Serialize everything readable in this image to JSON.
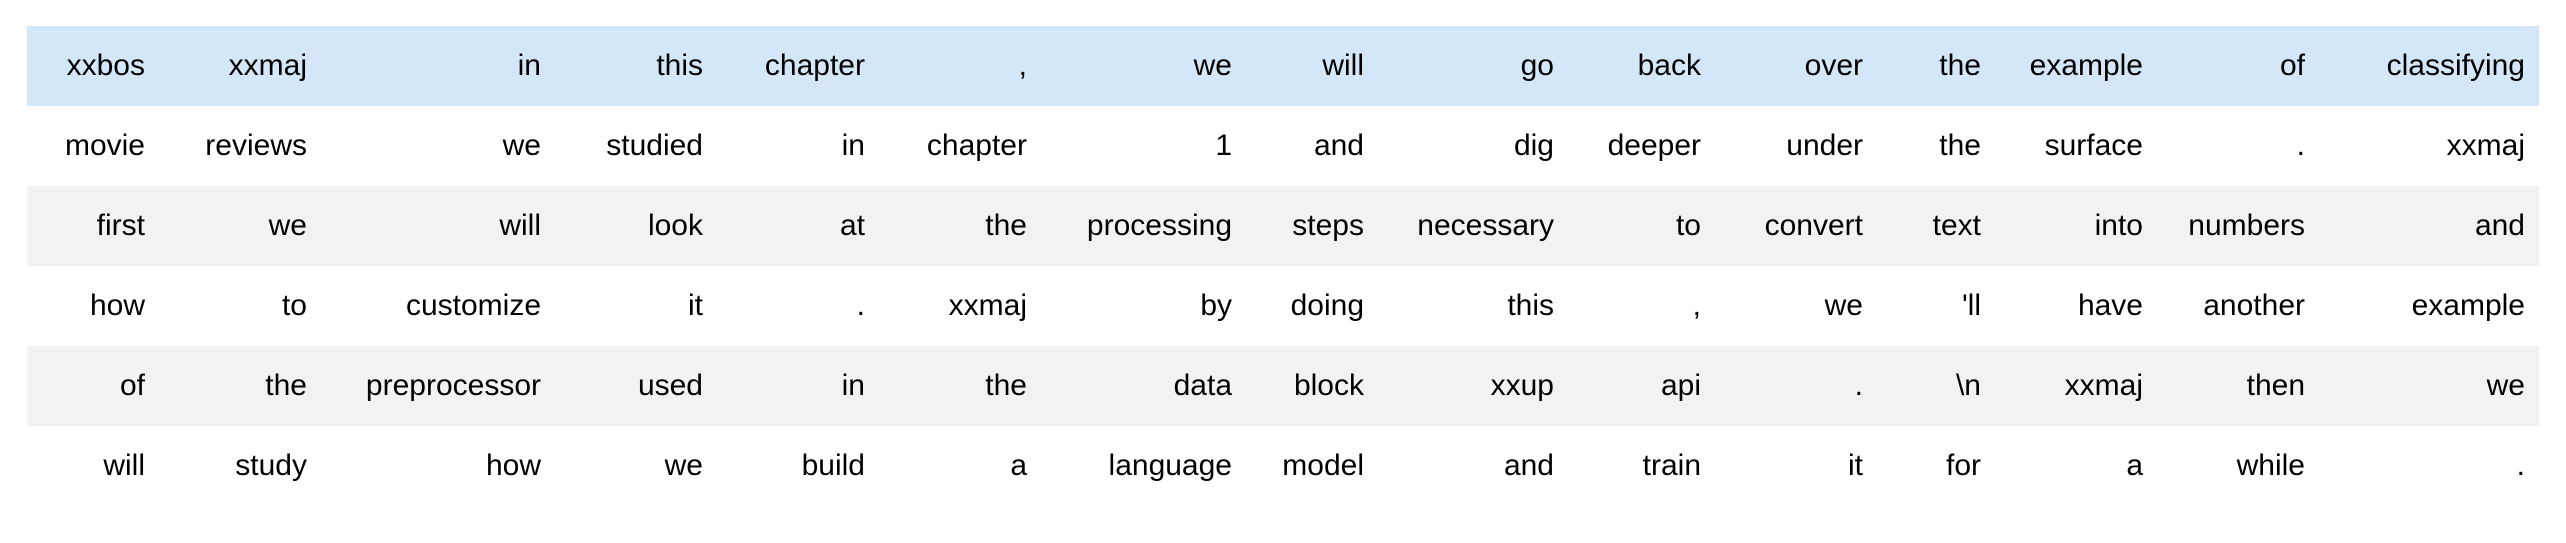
{
  "colors": {
    "highlight_row": "#d3e7f8",
    "stripe_row": "#f2f2f2",
    "page_background": "#ffffff",
    "text": "#000000"
  },
  "table": {
    "columns": 15,
    "rows": [
      {
        "highlight": true,
        "cells": [
          "xxbos",
          "xxmaj",
          "in",
          "this",
          "chapter",
          ",",
          "we",
          "will",
          "go",
          "back",
          "over",
          "the",
          "example",
          "of",
          "classifying"
        ]
      },
      {
        "highlight": false,
        "cells": [
          "movie",
          "reviews",
          "we",
          "studied",
          "in",
          "chapter",
          "1",
          "and",
          "dig",
          "deeper",
          "under",
          "the",
          "surface",
          ".",
          "xxmaj"
        ]
      },
      {
        "highlight": false,
        "cells": [
          "first",
          "we",
          "will",
          "look",
          "at",
          "the",
          "processing",
          "steps",
          "necessary",
          "to",
          "convert",
          "text",
          "into",
          "numbers",
          "and"
        ]
      },
      {
        "highlight": false,
        "cells": [
          "how",
          "to",
          "customize",
          "it",
          ".",
          "xxmaj",
          "by",
          "doing",
          "this",
          ",",
          "we",
          "'ll",
          "have",
          "another",
          "example"
        ]
      },
      {
        "highlight": false,
        "cells": [
          "of",
          "the",
          "preprocessor",
          "used",
          "in",
          "the",
          "data",
          "block",
          "xxup",
          "api",
          ".",
          "\\n",
          "xxmaj",
          "then",
          "we"
        ]
      },
      {
        "highlight": false,
        "cells": [
          "will",
          "study",
          "how",
          "we",
          "build",
          "a",
          "language",
          "model",
          "and",
          "train",
          "it",
          "for",
          "a",
          "while",
          "."
        ]
      }
    ]
  }
}
